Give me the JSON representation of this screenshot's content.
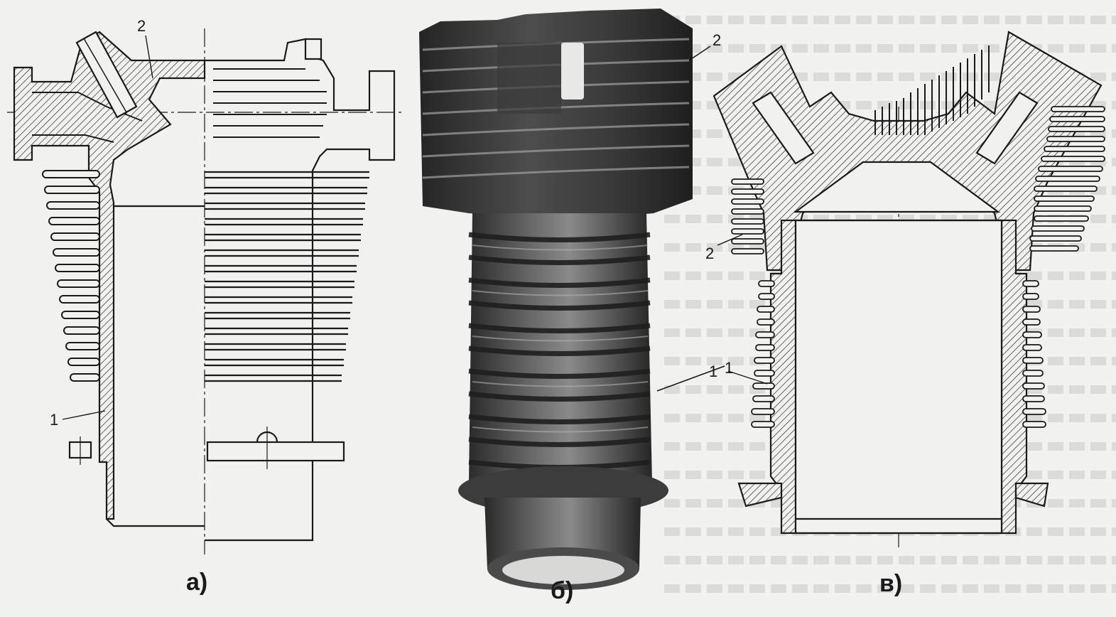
{
  "figure": {
    "captions": {
      "a": "а)",
      "b": "б)",
      "c": "в)"
    },
    "labels": {
      "a_head": "2",
      "a_barrel": "1",
      "b_head": "2",
      "b_barrel": "1",
      "c_head": "2",
      "c_barrel": "1"
    }
  },
  "colors": {
    "background": "#f1f1ef",
    "ink": "#1a1a1a",
    "photo_dark": "#2b2b2b",
    "photo_mid": "#555555",
    "photo_light": "#8a8a8a"
  }
}
